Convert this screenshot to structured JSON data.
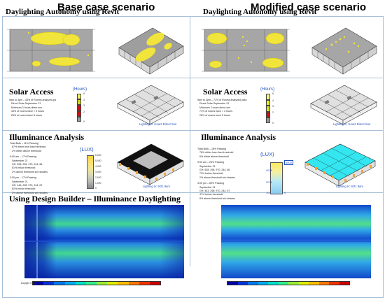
{
  "headers": {
    "base": "Base case scenario",
    "modified": "Modified case scenario"
  },
  "sections": {
    "daylighting": "Daylighting Autonomy using Revit",
    "solar": "Solar Access",
    "illuminance": "Illuminance Analysis",
    "design_builder": "Using Design Builder – Illuminance Daylighting"
  },
  "solar": {
    "unit": "(Hours)",
    "base": {
      "lines": [
        "9am to 3pm – 43% of Rooms analyzed pa",
        "Direct Solar September 21",
        "Minimum 3 hours direct sun",
        "43% of rooms have > 3 hours",
        "26% of rooms have 5 hours"
      ],
      "legend_labels": [
        "6",
        "4",
        "3",
        "2",
        "0"
      ],
      "caption": "Lighting Iv: Hours Direct Sun"
    },
    "modified": {
      "lines": [
        "9am to 3pm – 71% of Rooms analyzed pass",
        "Direct Solar September 21",
        "Minimum 3 hours direct sun",
        "71% of rooms have > 3 hours",
        "26% of rooms have 5 hours"
      ],
      "legend_labels": [
        "6",
        "4",
        "3",
        "2",
        "0"
      ],
      "caption": "Lighting Iv: Hours Direct Sun"
    }
  },
  "illuminance": {
    "unit": "(LUX)",
    "base": {
      "lines": [
        "Total Both – 11% Passing",
        "87% either less than threshold",
        "2% either above threshold",
        "",
        "9:00 am – 17% Passing",
        "September 21",
        "GH: 528, 296, 970, 244, 66",
        "81% below threshold",
        "2% above threshold w/o shades",
        "",
        "3:00 pm – 17% Passing",
        "September 21",
        "GH: 443, 298, 970, 244, 67",
        "82% below threshold",
        "2% above threshold w/o shades"
      ],
      "legend_labels": [
        "6,000",
        "5,000",
        "4,000",
        "3,000",
        "2,000",
        "1,000",
        "0"
      ],
      "caption": "Lighting Iv: 9/21 9am"
    },
    "modified": {
      "lines": [
        "Total Both – 16% Passing",
        "78% either less than threshold",
        "6% either above threshold",
        "",
        "9:00 am – 25% Passing",
        "September 21",
        "GH: 528, 296, 970, 244, 66",
        "73% below threshold",
        "2% above threshold w/o shades",
        "",
        "3:00 pm – 69% Passing",
        "September 21",
        "GH: 443, 298, 970, 244, 67",
        "47% below threshold",
        "8% above threshold w/o shades"
      ],
      "scale_values": [
        "6000",
        "4036",
        "2071",
        "107",
        "0"
      ],
      "caption": "Lighting Iv: 9/21 9am"
    }
  },
  "design_builder": {
    "legend_title": "Daylight Factor",
    "colors": [
      "#0000aa",
      "#0033dd",
      "#0077ee",
      "#00aaee",
      "#00ddcc",
      "#33ee88",
      "#99ee33",
      "#ddee00",
      "#ffbb00",
      "#ff7700",
      "#ee3300",
      "#cc0000"
    ]
  },
  "colors": {
    "frame": "#a8c0d8",
    "plan_gray": "#a6a6a6",
    "daylight_yellow": "#f1e43a",
    "solar_red": "#cc1111",
    "solar_yellow": "#eeee22",
    "lux_cyan": "#33e6f0"
  }
}
